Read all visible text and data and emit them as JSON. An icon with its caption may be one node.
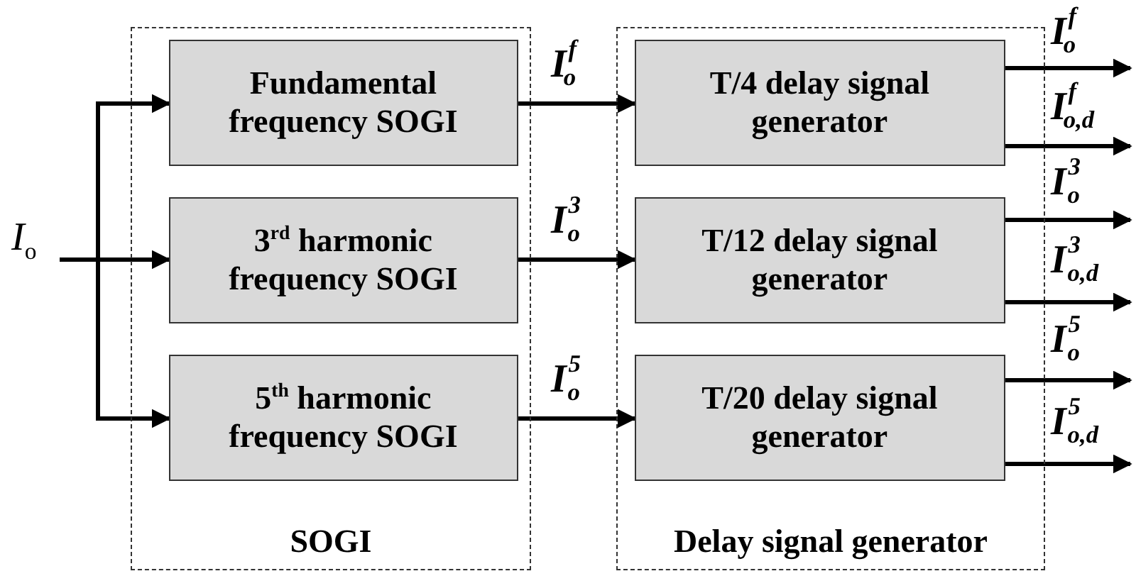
{
  "diagram": {
    "nodes": [
      {
        "text": [
          "SOGI"
        ]
      },
      {
        "text": [
          "Fundamental frequency SOGI"
        ],
        "in": 0
      },
      {
        "text": [
          "3$^{rd}$ harmonic frequency SOGI"
        ],
        "in": 0
      },
      {
        "text": [
          "5$^{th}$ harmonic frequency SOGI"
        ],
        "in": 0
      },
      {
        "text": [
          "Delay signal generator"
        ]
      },
      {
        "text": [
          "T/4 delay signal generator"
        ],
        "in": 4
      },
      {
        "text": [
          "T/12 delay signal generator"
        ],
        "in": 4
      },
      {
        "text": [
          "T/20 delay signal generator"
        ],
        "in": 4
      },
      {
        "text": [
          "*I*$_{o}$"
        ]
      }
    ],
    "edges": [
      {
        "from": 8,
        "to": 1,
        "arrow": "to"
      },
      {
        "from": 8,
        "to": 2,
        "arrow": "to"
      },
      {
        "from": 8,
        "to": 3,
        "arrow": "to"
      },
      {
        "from": 1,
        "to": 5,
        "arrow": "to",
        "label": "I$^{f}$$_{o}$"
      },
      {
        "from": 2,
        "to": 6,
        "arrow": "to",
        "label": "I$^{3}$$_{o}$"
      },
      {
        "from": 3,
        "to": 7,
        "arrow": "to",
        "label": "I$^{5}$$_{o}$"
      },
      {
        "from": 5,
        "to": null,
        "arrow": "to",
        "label": "I$^{f}$$_{o}$"
      },
      {
        "from": 5,
        "to": null,
        "arrow": "to",
        "label": "I$^{f}$$_{o,d}$"
      },
      {
        "from": 6,
        "to": null,
        "arrow": "to",
        "label": "I$^{3}$$_{o}$"
      },
      {
        "from": 6,
        "to": null,
        "arrow": "to",
        "label": "I$^{3}$$_{o,d}$"
      },
      {
        "from": 7,
        "to": null,
        "arrow": "to",
        "label": "I$^{5}$$_{o}$"
      },
      {
        "from": 7,
        "to": null,
        "arrow": "to",
        "label": "I$^{5}$$_{o,d}$"
      }
    ]
  }
}
